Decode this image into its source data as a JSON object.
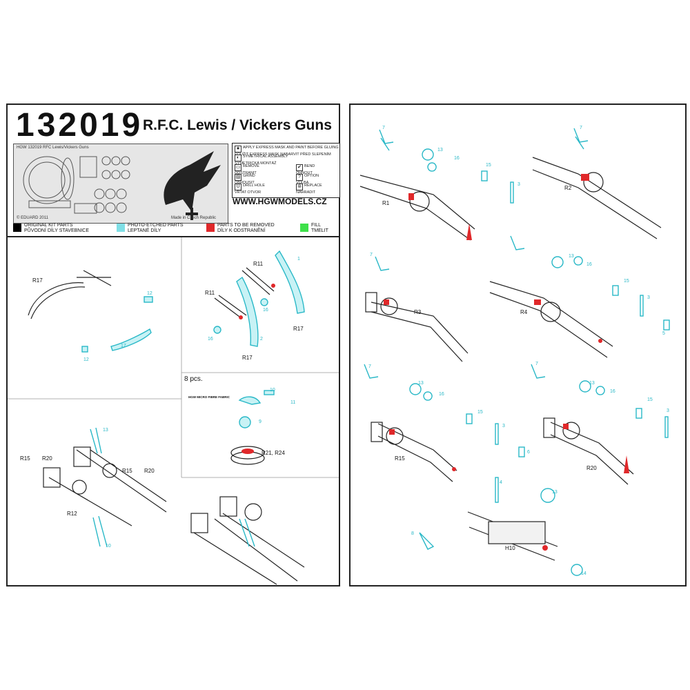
{
  "header": {
    "code": "132019",
    "title": "R.F.C. Lewis / Vickers Guns",
    "fret_label": "HGW 132019  RFC Lewis/Vickers Guns",
    "fret_copyright": "© EDUARD 2011",
    "fret_made": "Made in Czech Republic",
    "url": "WWW.HGWMODELS.CZ"
  },
  "legend": {
    "items": [
      {
        "icon": "star-icon",
        "text": "APPLY EXPRESS MASK AND PAINT BEFORE GLUING\nPOUŽIT EXPRESS MASK NABARVIT PŘED SLEPENÍM"
      },
      {
        "icon": "yin-yang-icon",
        "text": "SYMETRICAL ASSEMBLY\nSYMETRICKÁ MONTÁŽ"
      },
      {
        "icon": "remove-icon",
        "text": "REMOVE\nODSTRANIT"
      },
      {
        "icon": "grind-icon",
        "text": "GRIND\nOBROUSIT"
      },
      {
        "icon": "drill-icon",
        "text": "DRILL HOLE\nVRTAT OTVOR"
      },
      {
        "icon": "bend-icon",
        "text": "BEND\nOHNOUT"
      },
      {
        "icon": "option-icon",
        "text": "OPTION\nVOLBA"
      },
      {
        "icon": "replace-icon",
        "text": "REPLACE\nNAHRADIT"
      }
    ]
  },
  "colors": {
    "original": "#000000",
    "photo_etched": "#7fdfe6",
    "remove": "#e0282a",
    "fill": "#3ee04a"
  },
  "swatches": [
    {
      "color": "#000000",
      "text": "ORIGINAL KIT PARTS\nPŮVODNÍ DÍLY STAVEBNICE"
    },
    {
      "color": "#7fdfe6",
      "text": "PHOTO-ETCHED PARTS\nLEPTANÉ DÍLY"
    },
    {
      "color": "#e0282a",
      "text": "PARTS TO BE REMOVED\nDÍLY K ODSTRANĚNÍ"
    },
    {
      "color": "#3ee04a",
      "text": "FILL\nTMELIT"
    }
  ],
  "left_panels": {
    "p1": {
      "r17": "R17",
      "n12a": "12",
      "n12b": "12",
      "n17": "17"
    },
    "p2": {
      "r11a": "R11",
      "r11b": "R11",
      "r17a": "R17",
      "r17b": "R17",
      "n1": "1",
      "n2": "2",
      "n16a": "16",
      "n16b": "16"
    },
    "p3": {
      "pcs": "8 pcs.",
      "fabric": "HGW MICRO FIBRE FABRIC",
      "n9": "9",
      "n10": "10",
      "n11": "11",
      "r21": "R21, R24"
    },
    "p4": {
      "r15a": "R15",
      "r20a": "R20",
      "r15b": "R15",
      "r20b": "R20",
      "r12": "R12",
      "n13": "13",
      "n10": "10"
    }
  },
  "right_panel": {
    "labels": [
      "R1",
      "R2",
      "R3",
      "R4",
      "R15",
      "R20",
      "H10"
    ],
    "numbers": [
      "7",
      "13",
      "16",
      "15",
      "3",
      "7",
      "7",
      "13",
      "16",
      "15",
      "3",
      "5",
      "7",
      "13",
      "16",
      "15",
      "3",
      "6",
      "7",
      "13",
      "16",
      "15",
      "3",
      "4",
      "13",
      "8",
      "14"
    ]
  }
}
